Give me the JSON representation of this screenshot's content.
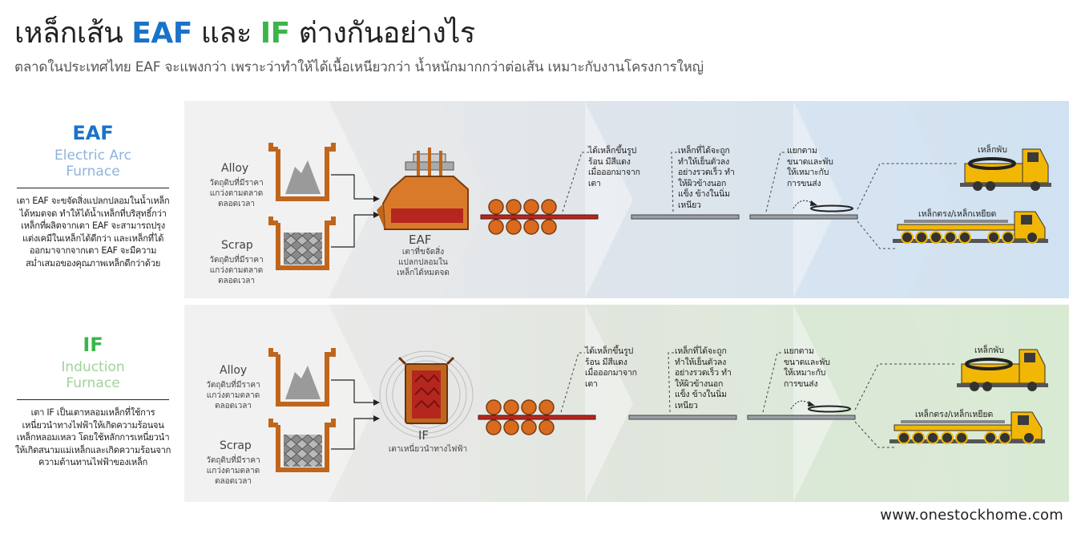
{
  "header": {
    "title_part1": "เหล็กเส้น ",
    "title_eaf": "EAF",
    "title_part2": " และ ",
    "title_if": "IF",
    "title_part3": " ต่างกันอย่างไร",
    "subtitle": "ตลาดในประเทศไทย EAF จะแพงกว่า เพราะว่าทำให้ได้เนื้อเหนียวกว่า น้ำหนักมากกว่าต่อเส้น เหมาะกับงานโครงการใหญ่"
  },
  "eaf": {
    "abbr": "EAF",
    "name_line1": "Electric Arc",
    "name_line2": "Furnace",
    "desc_lines": [
      "เตา EAF จะขจัดสิ่งแปลกปลอมในน้ำเหล็ก",
      "ได้หมดจด ทำให้ได้น้ำเหล็กที่บริสุทธิ์กว่า",
      "เหล็กที่ผลิตจากเตา EAF จะสามารถปรุง",
      "แต่งเคมีในเหล็กได้ดีกว่า และเหล็กที่ได้",
      "ออกมาจากจากเตา EAF จะมีความ",
      "สม่ำเสมอของคุณภาพเหล็กดีกว่าด้วย"
    ],
    "alloy_label": "Alloy",
    "alloy_desc": [
      "วัตถุดิบที่มีราคา",
      "แกว่งตามตลาด",
      "ตลอดเวลา"
    ],
    "scrap_label": "Scrap",
    "scrap_desc": [
      "วัตถุดิบที่มีราคา",
      "แกว่งตามตลาด",
      "ตลอดเวลา"
    ],
    "furnace_label": "EAF",
    "furnace_desc": [
      "เตาที่ขจัดสิ่ง",
      "แปลกปลอมใน",
      "เหล็กได้หมดจด"
    ]
  },
  "if": {
    "abbr": "IF",
    "name_line1": "Induction",
    "name_line2": "Furnace",
    "desc_lines": [
      "เตา IF เป็นเตาหลอมเหล็กที่ใช้การ",
      "เหนี่ยวนำทางไฟฟ้าให้เกิดความร้อนจน",
      "เหล็กหลอมเหลว โดยใช้หลักการเหนี่ยวนำ",
      "ให้เกิดสนามแม่เหล็กและเกิดความร้อนจาก",
      "ความต้านทานไฟฟ้าของเหล็ก"
    ],
    "alloy_label": "Alloy",
    "alloy_desc": [
      "วัตถุดิบที่มีราคา",
      "แกว่งตามตลาด",
      "ตลอดเวลา"
    ],
    "scrap_label": "Scrap",
    "scrap_desc": [
      "วัตถุดิบที่มีราคา",
      "แกว่งตามตลาด",
      "ตลอดเวลา"
    ],
    "furnace_label": "IF",
    "furnace_desc": [
      "เตาเหนี่ยวนำทางไฟฟ้า"
    ]
  },
  "process": {
    "step1": [
      "ได้เหล็กขึ้นรูป",
      "ร้อน มีสีแดง",
      "เมื่อออกมาจาก",
      "เตา"
    ],
    "step2": [
      "เหล็กที่ได้จะถูก",
      "ทำให้เย็นตัวลง",
      "อย่างรวดเร็ว ทำ",
      "ให้ผิวข้างนอก",
      "แข็ง ข้างในนิ่ม",
      "เหนียว"
    ],
    "step3": [
      "แยกตาม",
      "ขนาดและพับ",
      "ให้เหมาะกับ",
      "การขนส่ง"
    ],
    "truck_bent": "เหล็กพับ",
    "truck_straight": "เหล็กตรง/เหล็กเหยียด"
  },
  "footer": {
    "url": "www.onestockhome.com"
  },
  "colors": {
    "eaf_blue": "#1a73c8",
    "if_green": "#3bb54a",
    "molten": "#b5271e",
    "furnace_brown": "#c0661c",
    "truck_yellow": "#f2b705"
  }
}
